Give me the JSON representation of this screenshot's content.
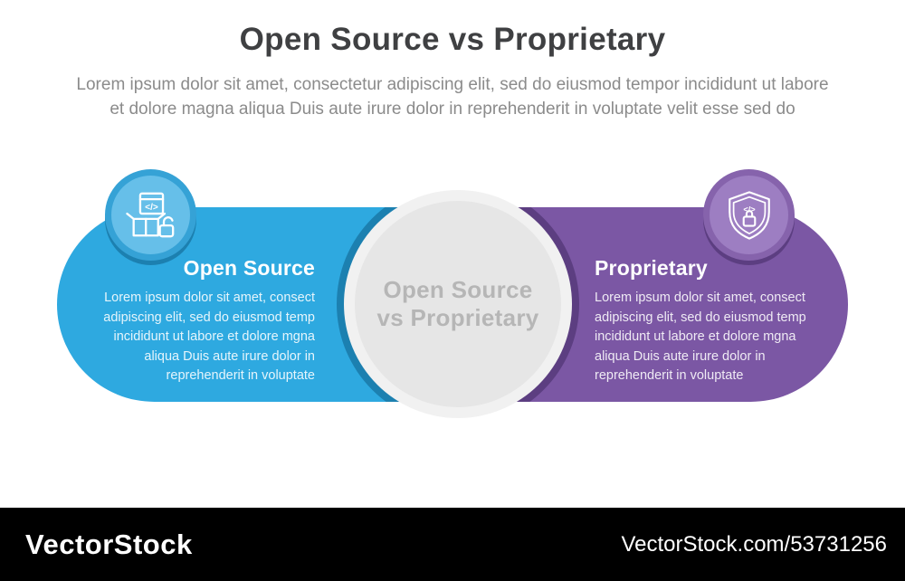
{
  "header": {
    "title": "Open Source vs Proprietary",
    "subtitle_lines": [
      "Lorem ipsum dolor sit amet, consectetur adipiscing elit, sed do eiusmod tempor incididunt ut labore",
      "et dolore magna aliqua Duis aute irure dolor in reprehenderit in voluptate velit esse sed do"
    ]
  },
  "center_circle": {
    "line1": "Open Source",
    "line2": "vs Proprietary"
  },
  "panels": {
    "left": {
      "heading": "Open Source",
      "icon": "open-box-code-unlock-icon",
      "body_lines": [
        "Lorem ipsum dolor sit amet, consect",
        "adipiscing elit, sed do eiusmod temp",
        "incididunt ut labore et dolore mgna",
        "aliqua Duis aute irure dolor in",
        "reprehenderit in voluptate"
      ]
    },
    "right": {
      "heading": "Proprietary",
      "icon": "shield-code-lock-icon",
      "body_lines": [
        "Lorem ipsum dolor sit amet, consect",
        "adipiscing elit, sed do eiusmod temp",
        "incididunt ut labore et dolore mgna",
        "aliqua Duis aute irure dolor in",
        "reprehenderit in voluptate"
      ]
    }
  },
  "icons": {
    "code_glyph": "</>"
  },
  "colors": {
    "blue": "#2EA9E0",
    "blue_light": "#66BFE9",
    "blue_dark": "#1C80B0",
    "purple": "#7B57A4",
    "purple_light": "#9D7EC2",
    "purple_dark": "#5C3E81",
    "circle_ring": "#F1F1F1",
    "circle_fill": "#E6E6E6",
    "circle_text": "#B6B6B6",
    "title_text": "#3F4042",
    "subtitle_text": "#8B8B8B",
    "watermark_bg": "#000000"
  },
  "watermark": {
    "brand": "VectorStock",
    "link": "VectorStock.com/53731256"
  }
}
